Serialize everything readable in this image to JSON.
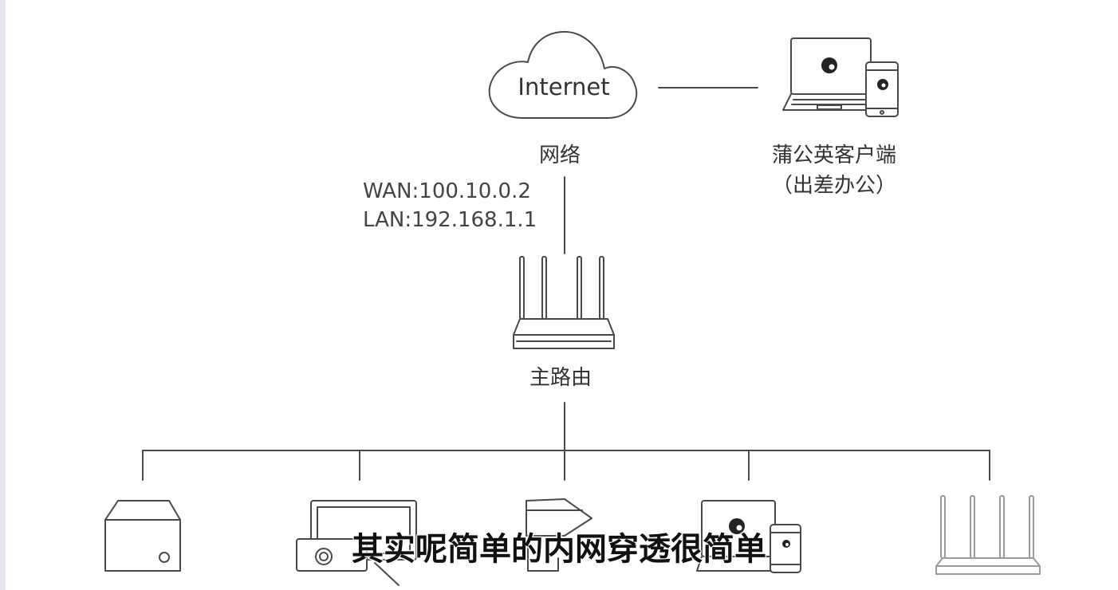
{
  "internet_label": "Internet",
  "network_label": "网络",
  "client_label_line1": "蒲公英客户端",
  "client_label_line2": "（出差办公）",
  "wan_ip": "WAN:100.10.0.2",
  "lan_ip": "LAN:192.168.1.1",
  "router_label": "主路由",
  "subtitle": "其实呢简单的内网穿透很简单",
  "colors": {
    "stroke": "#4a4a4a",
    "text": "#333333"
  }
}
